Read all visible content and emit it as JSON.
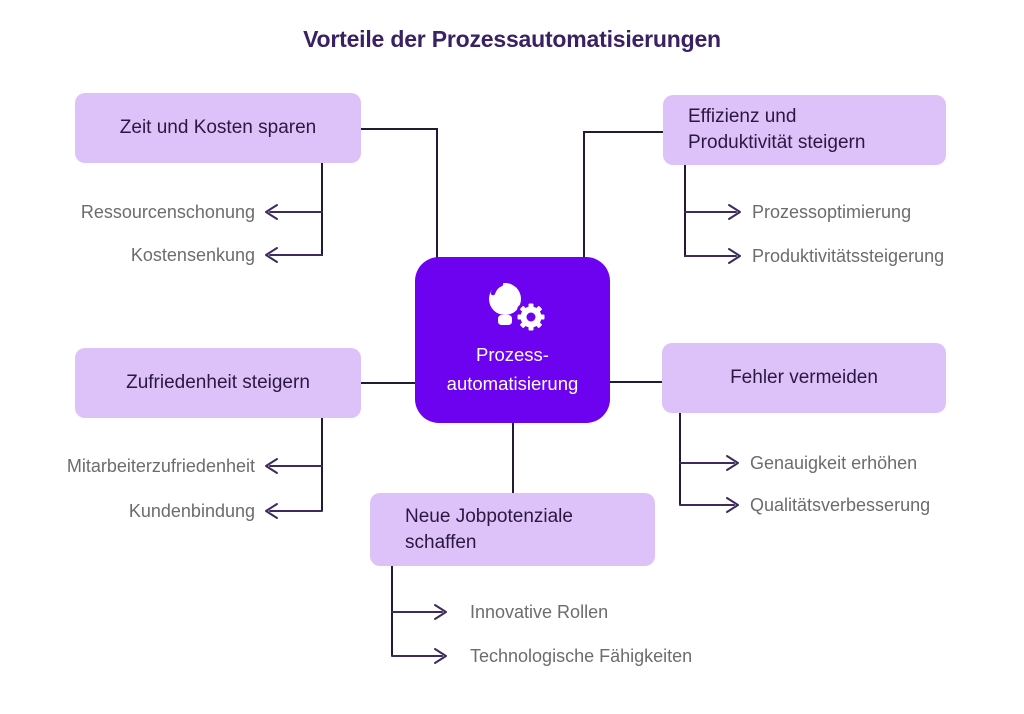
{
  "title": "Vorteile der Prozessautomatisierungen",
  "center": {
    "label_lines": [
      "Prozess-",
      "automatisierung"
    ],
    "icon": "lightbulb-gear-icon"
  },
  "branches": [
    {
      "label": "Zeit und Kosten sparen",
      "children": [
        "Ressourcenschonung",
        "Kostensenkung"
      ]
    },
    {
      "label_lines": [
        "Effizienz und",
        "Produktivität steigern"
      ],
      "children": [
        "Prozessoptimierung",
        "Produktivitätssteigerung"
      ]
    },
    {
      "label": "Zufriedenheit steigern",
      "children": [
        "Mitarbeiterzufriedenheit",
        "Kundenbindung"
      ]
    },
    {
      "label": "Fehler vermeiden",
      "children": [
        "Genauigkeit erhöhen",
        "Qualitätsverbesserung"
      ]
    },
    {
      "label_lines": [
        "Neue Jobpotenziale",
        "schaffen"
      ],
      "children": [
        "Innovative Rollen",
        "Technologische Fähigkeiten"
      ]
    }
  ],
  "colors": {
    "accent": "#6d02f0",
    "node_bg": "#dcc2f9",
    "node_text": "#2b1840",
    "title_text": "#3a2163",
    "sub_text": "#6c6c6c",
    "connector": "#241a33",
    "arrow": "#3d2a5e"
  }
}
